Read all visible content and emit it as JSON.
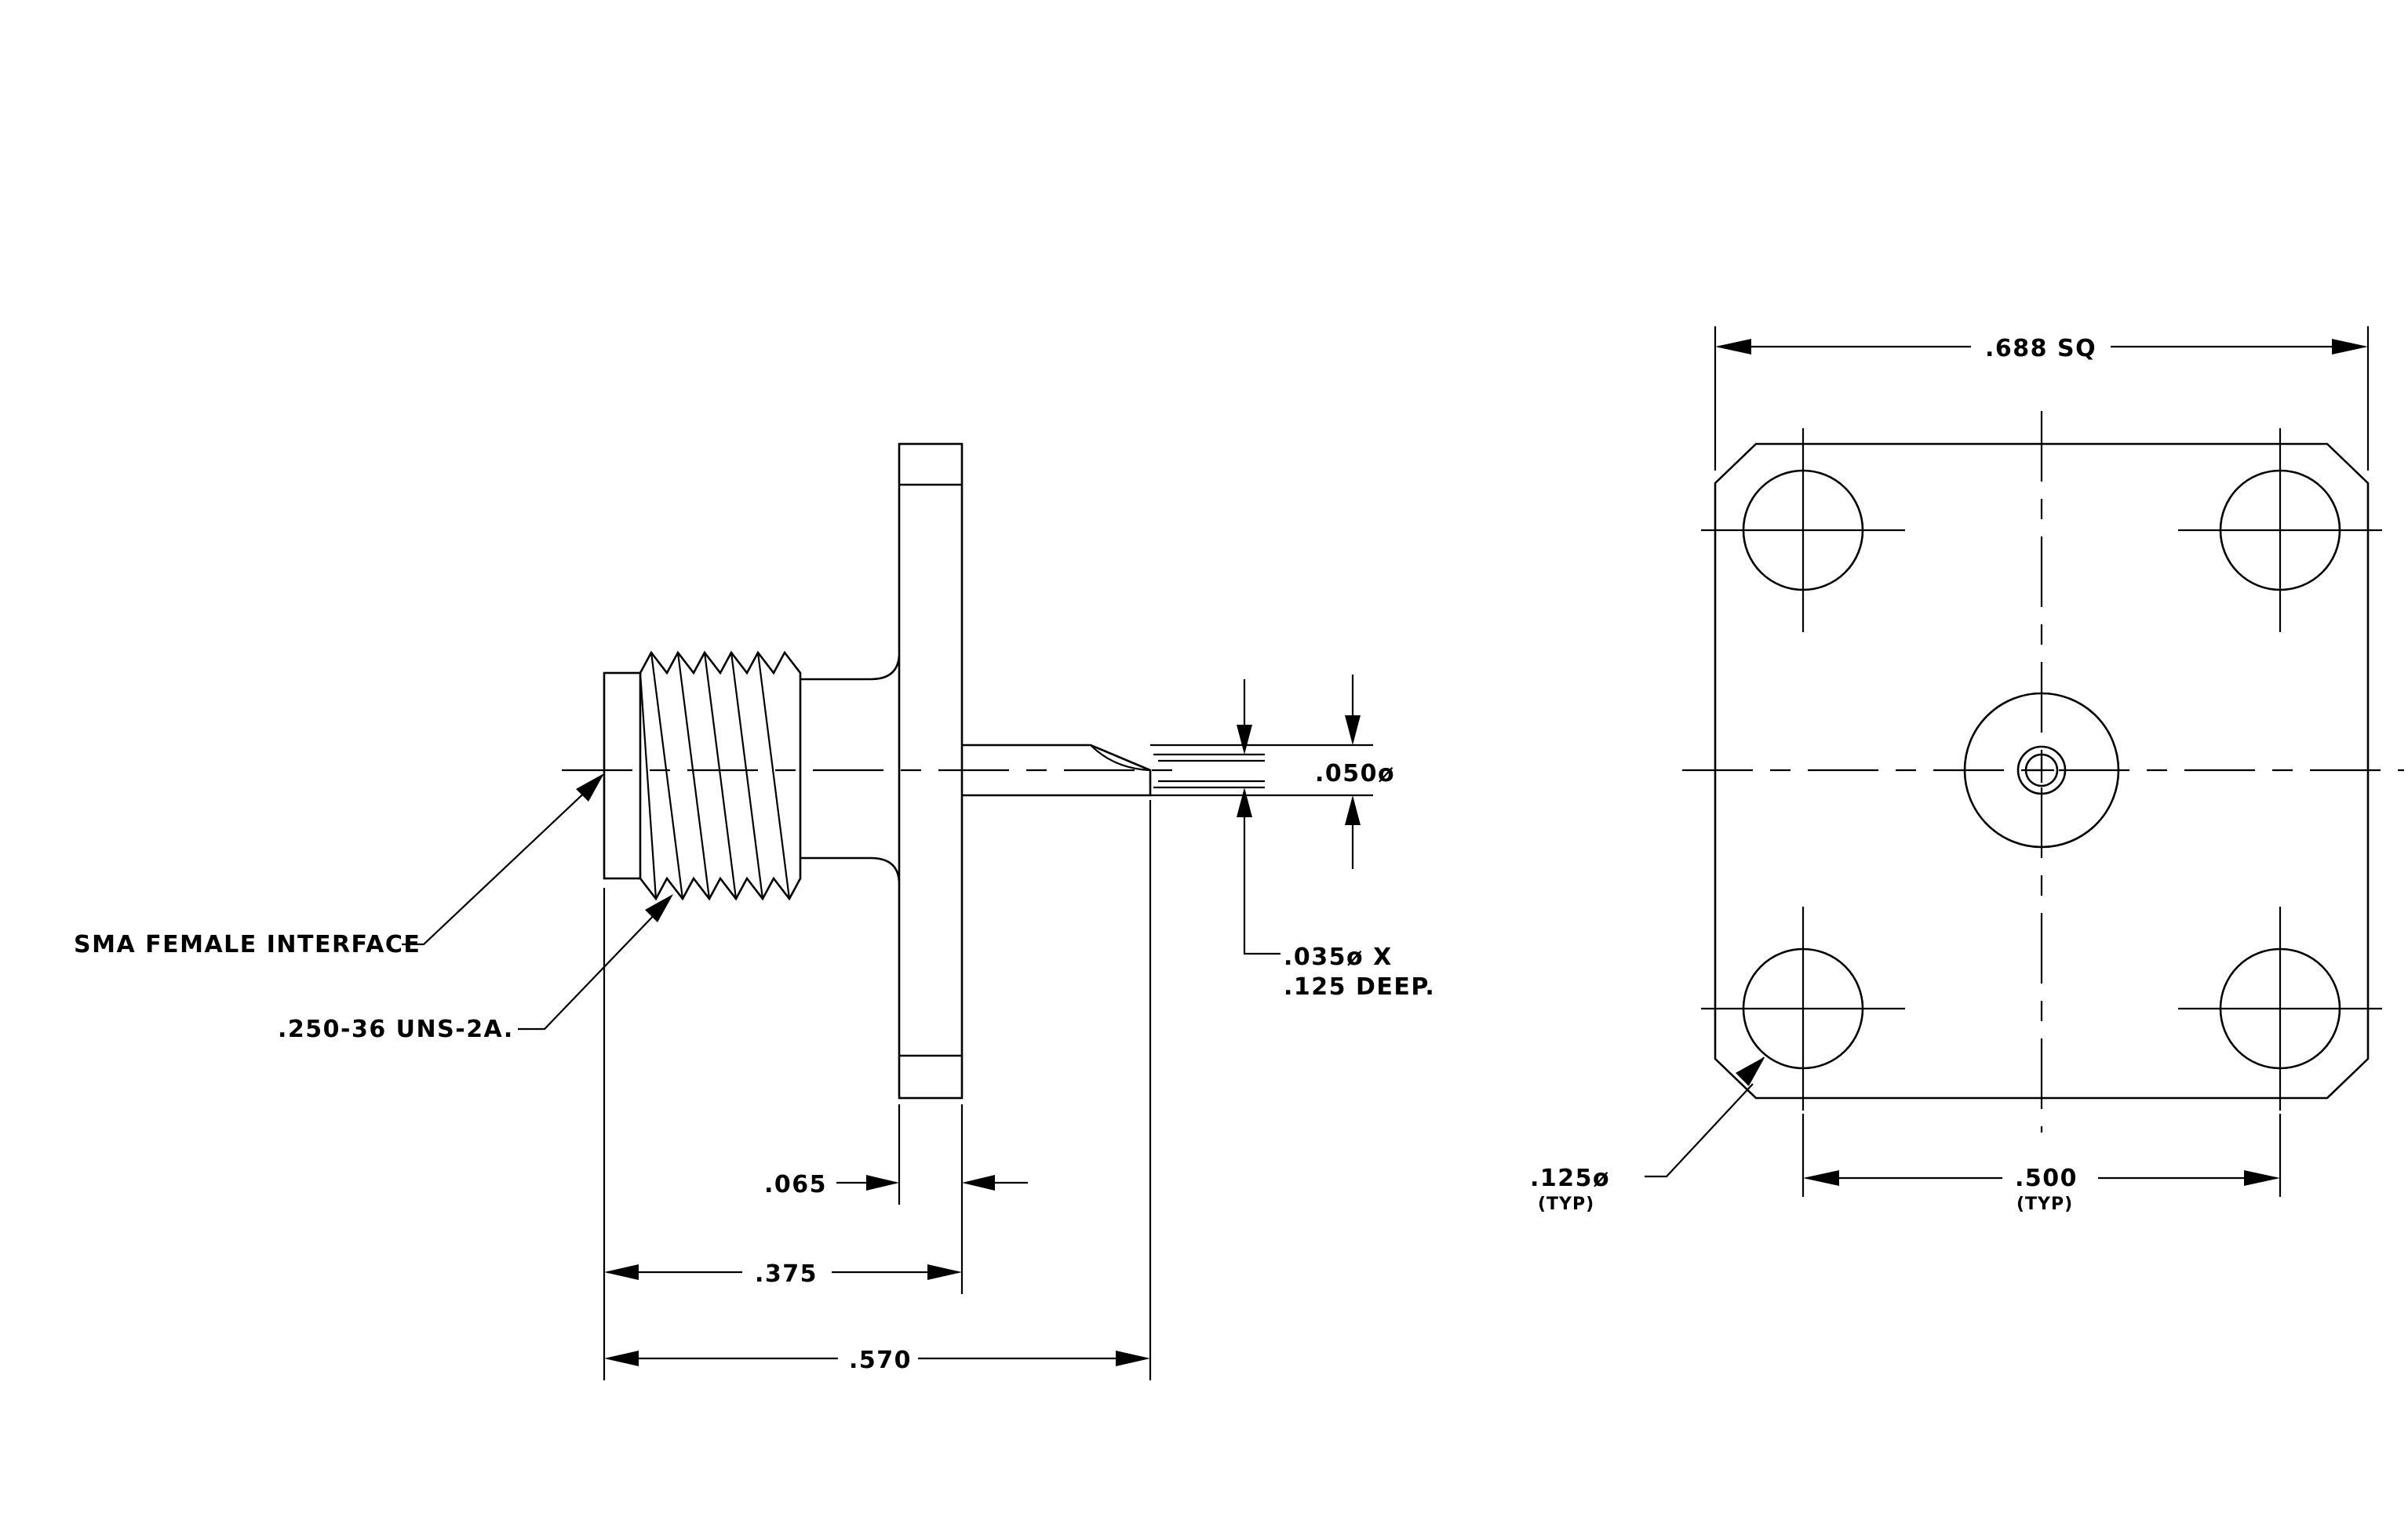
{
  "side_view": {
    "callouts": {
      "interface": "SMA FEMALE INTERFACE",
      "thread": ".250-36 UNS-2A.",
      "pin_diameter": ".050ø",
      "pin_hole_line1": ".035ø X",
      "pin_hole_line2": ".125 DEEP."
    },
    "dimensions": {
      "flange_thickness": ".065",
      "flange_to_face": ".375",
      "overall_length": ".570"
    }
  },
  "front_view": {
    "dimensions": {
      "flange_square": ".688 SQ",
      "hole_spacing": ".500",
      "hole_spacing_note": "(TYP)",
      "hole_diameter": ".125ø",
      "hole_diameter_note": "(TYP)"
    }
  }
}
